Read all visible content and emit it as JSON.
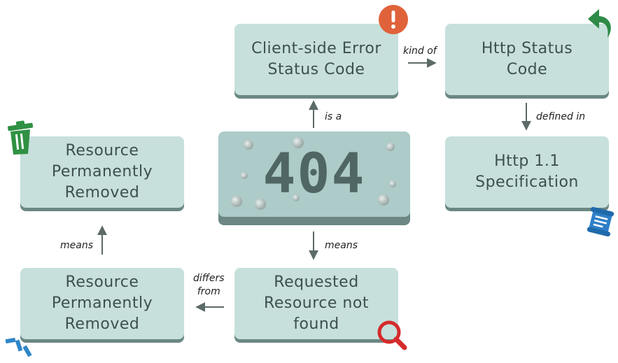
{
  "main_node": {
    "label": "404"
  },
  "nodes": {
    "client_error": "Client-side Error\nStatus Code",
    "http_status": "Http Status\nCode",
    "http_spec": "Http 1.1\nSpecification",
    "removed_top": "Resource\nPermanently\nRemoved",
    "removed_bottom": "Resource\nPermanently\nRemoved",
    "not_found": "Requested\nResource not\nfound"
  },
  "edges": {
    "is_a": "is a",
    "kind_of": "kind of",
    "defined_in": "defined in",
    "means_down": "means",
    "means_up": "means",
    "differs_from": "differs\nfrom"
  },
  "colors": {
    "node_fill": "#c7e0dc",
    "node_shadow": "#6b8884",
    "main_fill": "#adcbc8",
    "arrow": "#5c6a68",
    "error_badge": "#e0623a",
    "return_arrow": "#2e8b48",
    "trash": "#2f9143",
    "scroll": "#2e7fc8",
    "magnifier": "#d42b2b",
    "burst": "#2e86c8"
  },
  "icons": [
    "exclamation-icon",
    "return-arrow-icon",
    "trash-icon",
    "scroll-icon",
    "magnifier-icon",
    "burst-icon"
  ]
}
